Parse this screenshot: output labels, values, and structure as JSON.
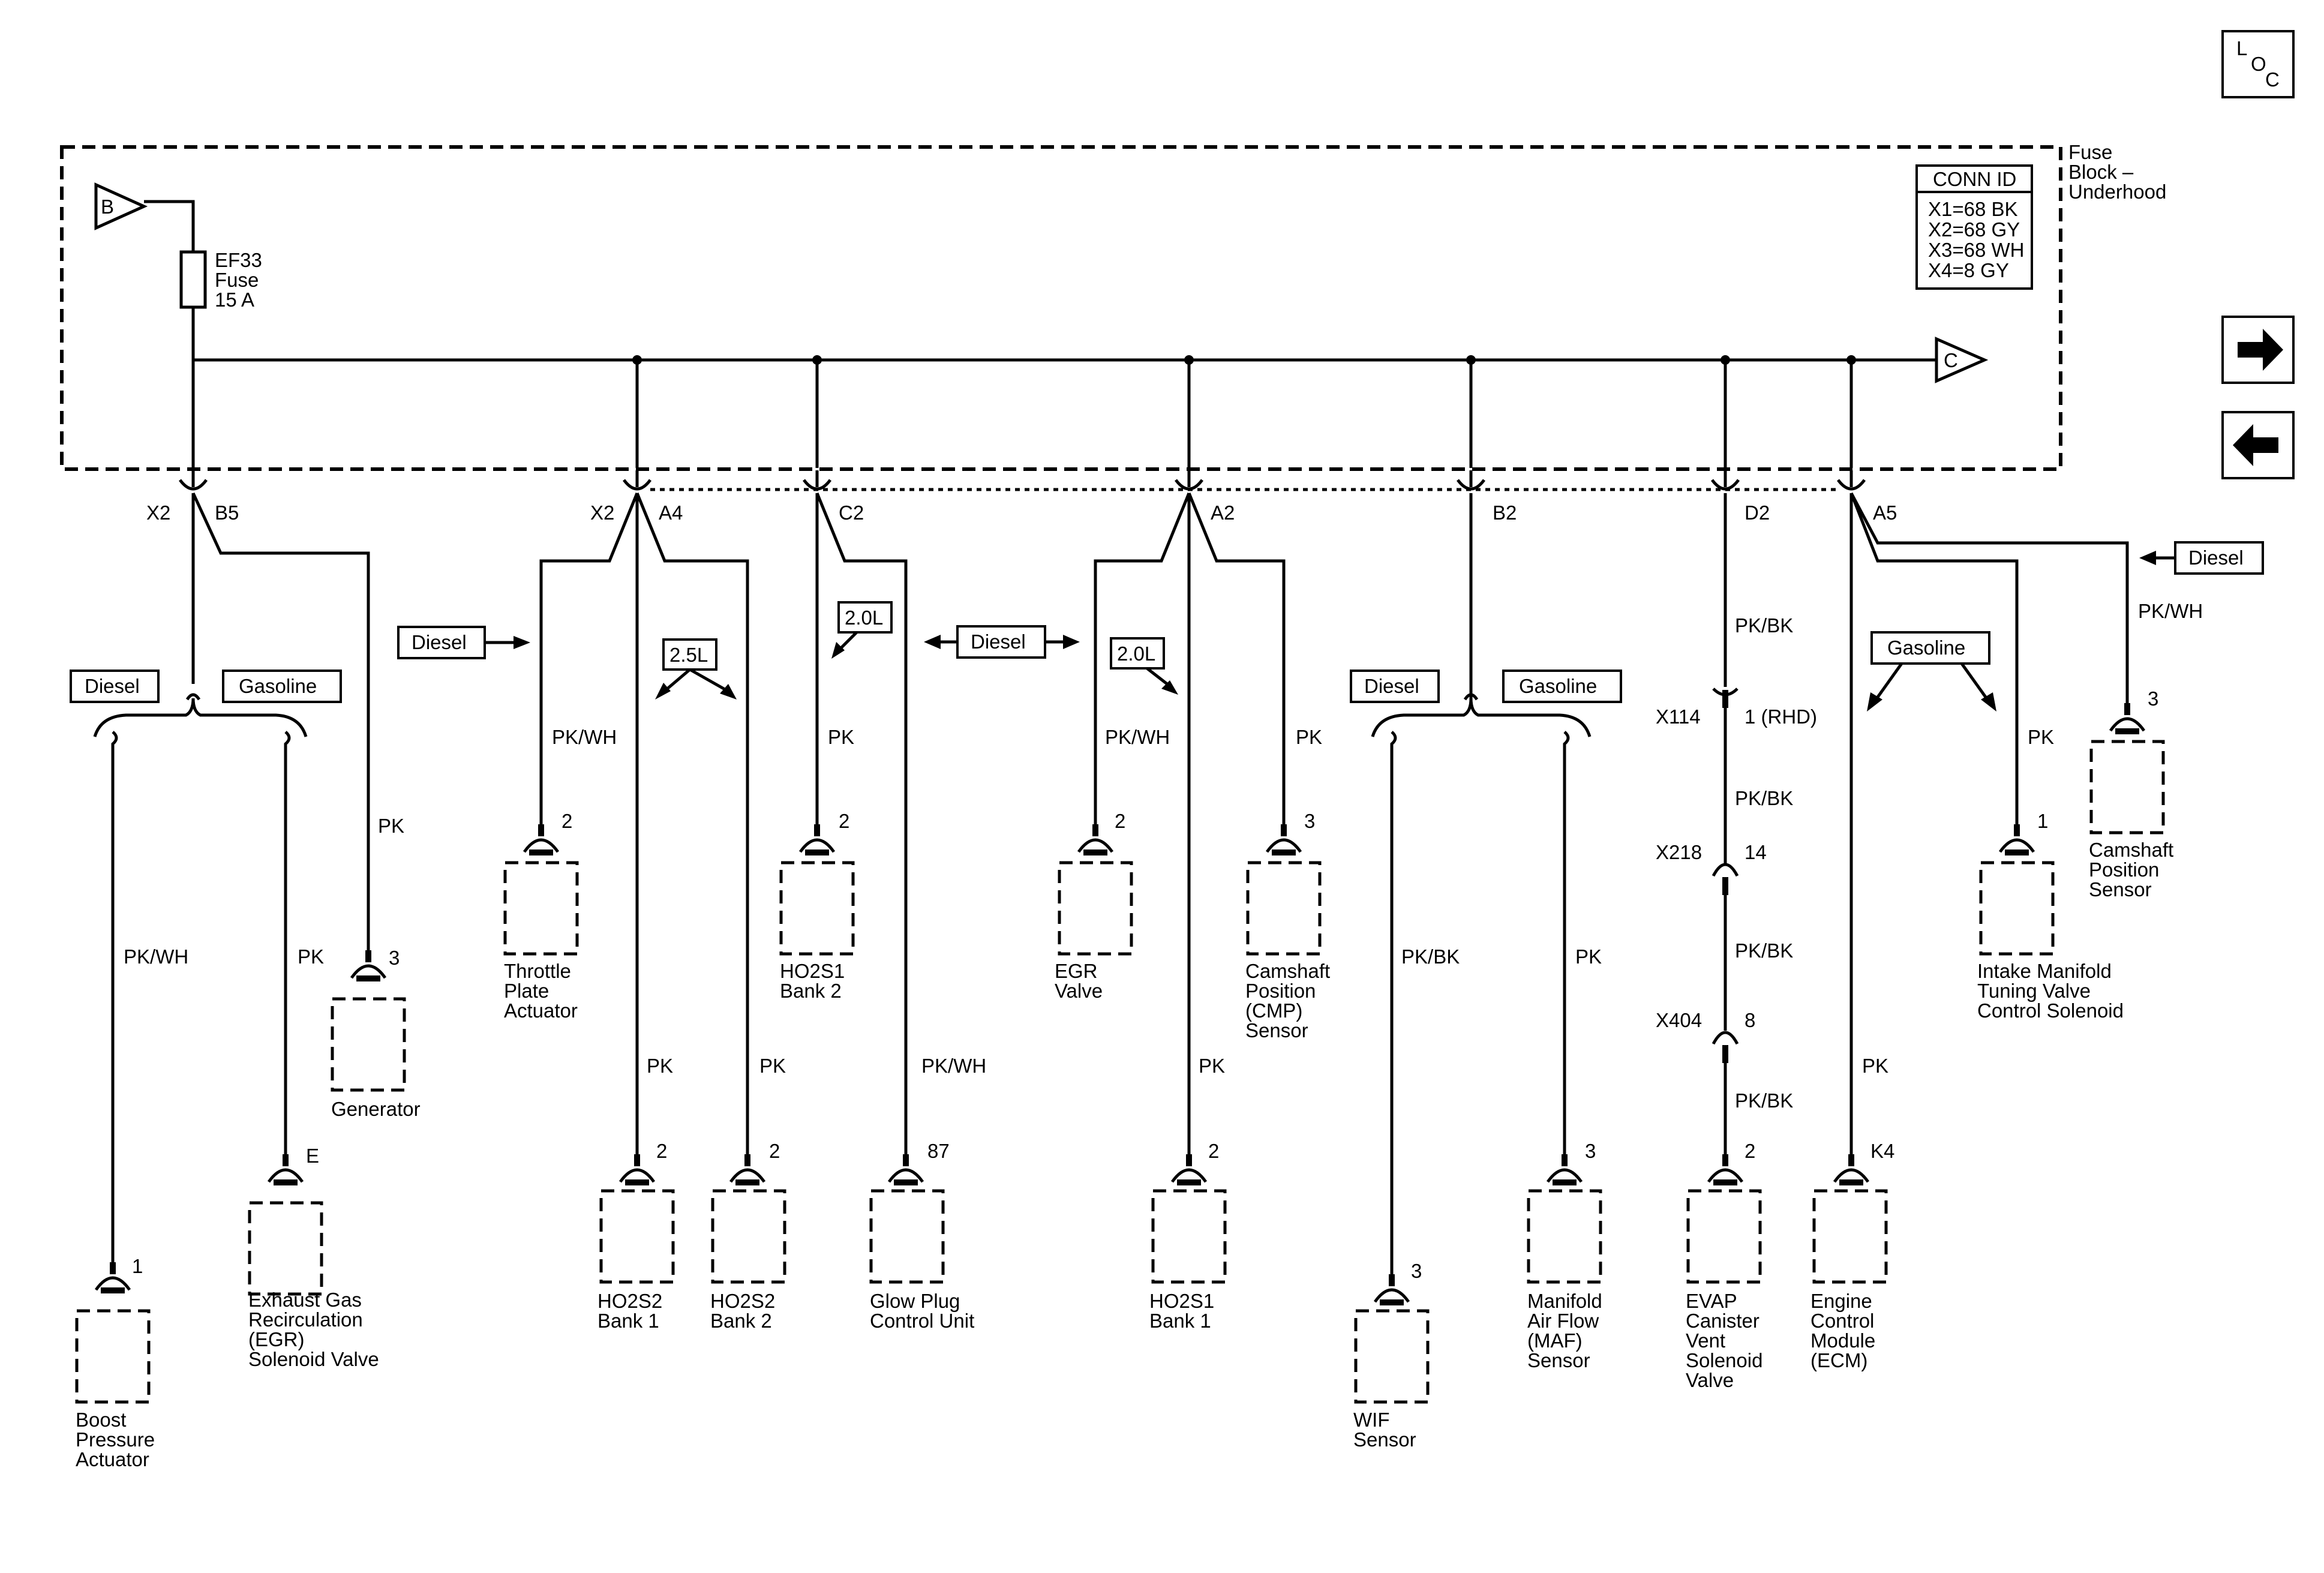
{
  "loc": {
    "l": "L",
    "o": "O",
    "c": "C"
  },
  "fuse_block": {
    "line1": "Fuse",
    "line2": "Block –",
    "line3": "Underhood"
  },
  "conn_id": {
    "title": "CONN ID",
    "x1": "X1=68 BK",
    "x2": "X2=68 GY",
    "x3": "X3=68 WH",
    "x4": "X4=8 GY"
  },
  "source": {
    "in": "B",
    "out": "C"
  },
  "fuse": {
    "line1": "EF33",
    "line2": "Fuse",
    "line3": "15 A"
  },
  "pins": {
    "x2": "X2",
    "b5": "B5",
    "x2b": "X2",
    "a4": "A4",
    "c2": "C2",
    "a2": "A2",
    "b2": "B2",
    "d2": "D2",
    "a5": "A5"
  },
  "options": {
    "diesel": "Diesel",
    "gasoline": "Gasoline",
    "l25": "2.5L",
    "l20": "2.0L"
  },
  "wires": {
    "pk": "PK",
    "pkwh": "PK/WH",
    "pkbk": "PK/BK"
  },
  "inline": {
    "x114": "X114",
    "x114pin": "1 (RHD)",
    "x218": "X218",
    "x218pin": "14",
    "x404": "X404",
    "x404pin": "8"
  },
  "components": {
    "boost": {
      "pin": "1",
      "l1": "Boost",
      "l2": "Pressure",
      "l3": "Actuator"
    },
    "egr_sol": {
      "pin": "E",
      "l1": "Exhaust Gas",
      "l2": "Recirculation",
      "l3": "(EGR)",
      "l4": "Solenoid Valve"
    },
    "generator": {
      "pin": "3",
      "l1": "Generator"
    },
    "throttle": {
      "pin": "2",
      "l1": "Throttle",
      "l2": "Plate",
      "l3": "Actuator"
    },
    "ho2s2b1": {
      "pin": "2",
      "l1": "HO2S2",
      "l2": "Bank 1"
    },
    "ho2s2b2": {
      "pin": "2",
      "l1": "HO2S2",
      "l2": "Bank 2"
    },
    "ho2s1b2": {
      "pin": "2",
      "l1": "HO2S1",
      "l2": "Bank 2"
    },
    "glow": {
      "pin": "87",
      "l1": "Glow Plug",
      "l2": "Control Unit"
    },
    "egr_valve": {
      "pin": "2",
      "l1": "EGR",
      "l2": "Valve"
    },
    "ho2s1b1": {
      "pin": "2",
      "l1": "HO2S1",
      "l2": "Bank 1"
    },
    "cmp": {
      "pin": "3",
      "l1": "Camshaft",
      "l2": "Position",
      "l3": "(CMP)",
      "l4": "Sensor"
    },
    "wif": {
      "pin": "3",
      "l1": "WIF",
      "l2": "Sensor"
    },
    "maf": {
      "pin": "3",
      "l1": "Manifold",
      "l2": "Air Flow",
      "l3": "(MAF)",
      "l4": "Sensor"
    },
    "evap": {
      "pin": "2",
      "l1": "EVAP",
      "l2": "Canister",
      "l3": "Vent",
      "l4": "Solenoid",
      "l5": "Valve"
    },
    "ecm": {
      "pin": "K4",
      "l1": "Engine",
      "l2": "Control",
      "l3": "Module",
      "l4": "(ECM)"
    },
    "imtv": {
      "pin": "1",
      "l1": "Intake Manifold",
      "l2": "Tuning Valve",
      "l3": "Control Solenoid"
    },
    "cam_diesel": {
      "pin": "3",
      "l1": "Camshaft",
      "l2": "Position",
      "l3": "Sensor"
    }
  }
}
